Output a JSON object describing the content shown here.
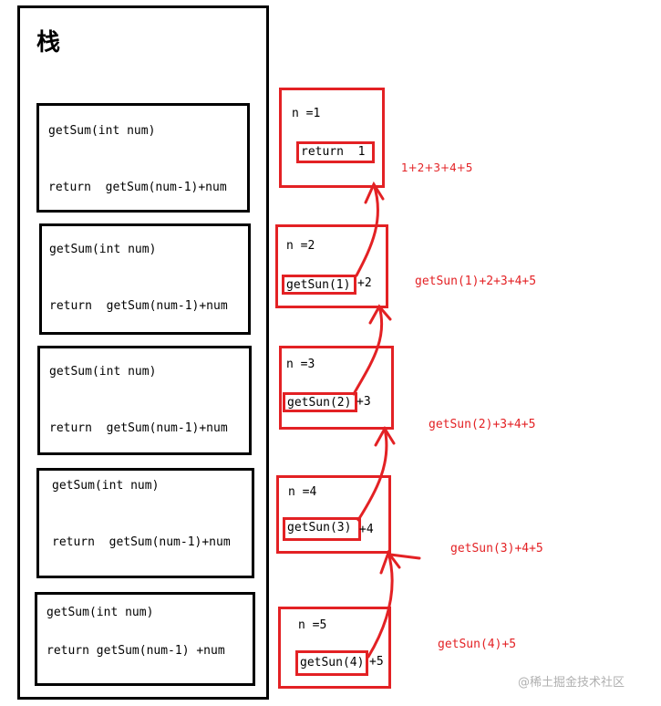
{
  "stack": {
    "title": "栈",
    "frames": [
      {
        "signature": "getSum(int num)",
        "body": "return  getSum(num-1)+num"
      },
      {
        "signature": "getSum(int num)",
        "body": "return  getSum(num-1)+num"
      },
      {
        "signature": "getSum(int num)",
        "body": "return  getSum(num-1)+num"
      },
      {
        "signature": "getSum(int num)",
        "body": "return  getSum(num-1)+num"
      },
      {
        "signature": "getSum(int num)",
        "body": "return getSum(num-1) +num"
      }
    ]
  },
  "calls": [
    {
      "n_label": "n =1",
      "inner": "return  1",
      "suffix": "",
      "expression": "1+2+3+4+5"
    },
    {
      "n_label": "n =2",
      "inner": "getSun(1)",
      "suffix": "+2",
      "expression": "getSun(1)+2+3+4+5"
    },
    {
      "n_label": "n =3",
      "inner": "getSun(2)",
      "suffix": "+3",
      "expression": "getSun(2)+3+4+5"
    },
    {
      "n_label": "n =4",
      "inner": "getSun(3)",
      "suffix": "+4",
      "expression": "getSun(3)+4+5"
    },
    {
      "n_label": "n =5",
      "inner": "getSun(4)",
      "suffix": "+5",
      "expression": "getSun(4)+5"
    }
  ],
  "watermark": "@稀土掘金技术社区",
  "colors": {
    "accent": "#e32124",
    "stroke": "#000000"
  }
}
